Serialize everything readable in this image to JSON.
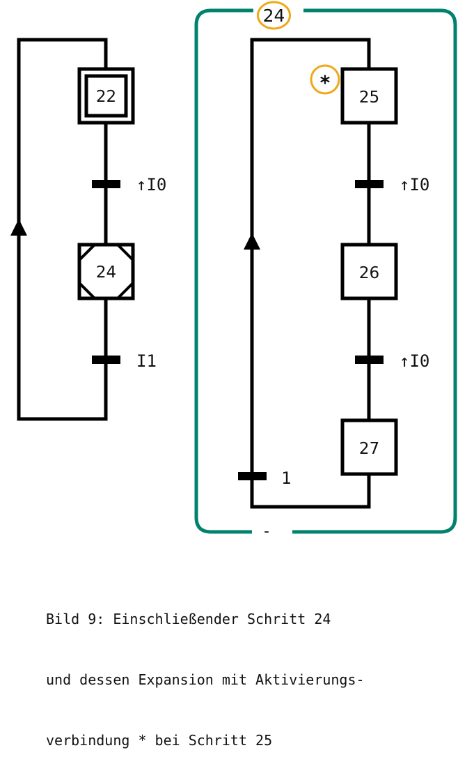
{
  "colors": {
    "line": "#000000",
    "enclosure_frame": "#00826E",
    "highlight_circle": "#F0A81A",
    "background": "#FFFFFF"
  },
  "left_chart": {
    "steps": [
      {
        "id": "22",
        "type": "initial-step"
      },
      {
        "id": "24",
        "type": "enclosing-step"
      }
    ],
    "transitions": [
      {
        "condition": "↑I0",
        "from": "22",
        "to": "24"
      },
      {
        "condition": "I1",
        "from": "24",
        "to": "22"
      }
    ],
    "loop_arrow": "up-arrow"
  },
  "right_chart": {
    "enclosure_label": "24",
    "enclosure_bottom_label": "-",
    "activation_marker": "*",
    "steps": [
      {
        "id": "25",
        "type": "step"
      },
      {
        "id": "26",
        "type": "step"
      },
      {
        "id": "27",
        "type": "step"
      }
    ],
    "transitions": [
      {
        "condition": "↑I0",
        "from": "25",
        "to": "26"
      },
      {
        "condition": "↑I0",
        "from": "26",
        "to": "27"
      },
      {
        "condition": "1",
        "from": "27",
        "to": "25"
      }
    ],
    "loop_arrow": "up-arrow"
  },
  "caption": {
    "lines": [
      "Bild 9: Einschließender Schritt 24",
      "und dessen Expansion mit Aktivierungs-",
      "verbindung * bei Schritt 25"
    ]
  }
}
